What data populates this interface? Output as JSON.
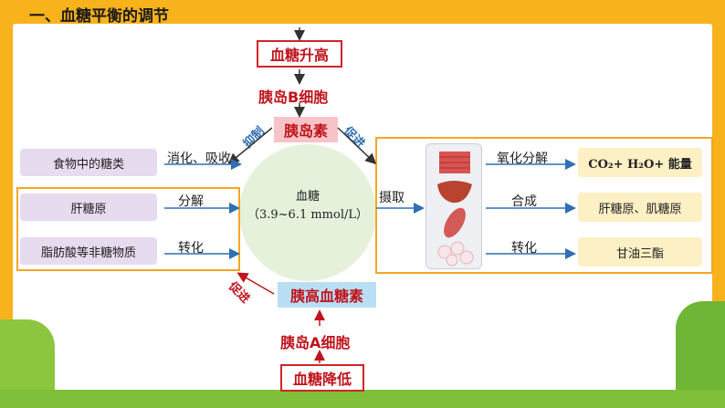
{
  "title": "一、血糖平衡的调节",
  "top": {
    "high_sugar": "血糖升高",
    "beta_cell": "胰岛B细胞",
    "insulin": "胰岛素",
    "inhibit": "抑制",
    "promote": "促进"
  },
  "bottom": {
    "low_sugar": "血糖降低",
    "alpha_cell": "胰岛A细胞",
    "glucagon": "胰高血糖素",
    "promote": "促进"
  },
  "center": {
    "label": "血糖",
    "range": "（3.9~6.1 mmol/L）"
  },
  "sources": [
    {
      "name": "食物中的糖类",
      "process": "消化、吸收"
    },
    {
      "name": "肝糖原",
      "process": "分解"
    },
    {
      "name": "脂肪酸等非糖物质",
      "process": "转化"
    }
  ],
  "uptake_label": "摄取",
  "outcomes": [
    {
      "process": "氧化分解",
      "result": "CO₂+ H₂O+ 能量"
    },
    {
      "process": "合成",
      "result": "肝糖原、肌糖原"
    },
    {
      "process": "转化",
      "result": "甘油三酯"
    }
  ],
  "colors": {
    "accent_red": "#c0141c",
    "frame_orange": "#f5a623",
    "arrow_blue": "#2f6fb3",
    "slide_orange": "#f7b21c"
  },
  "icons": [
    "muscle-tissue-icon",
    "liver-icon",
    "muscle-fiber-icon",
    "fat-cells-icon"
  ]
}
